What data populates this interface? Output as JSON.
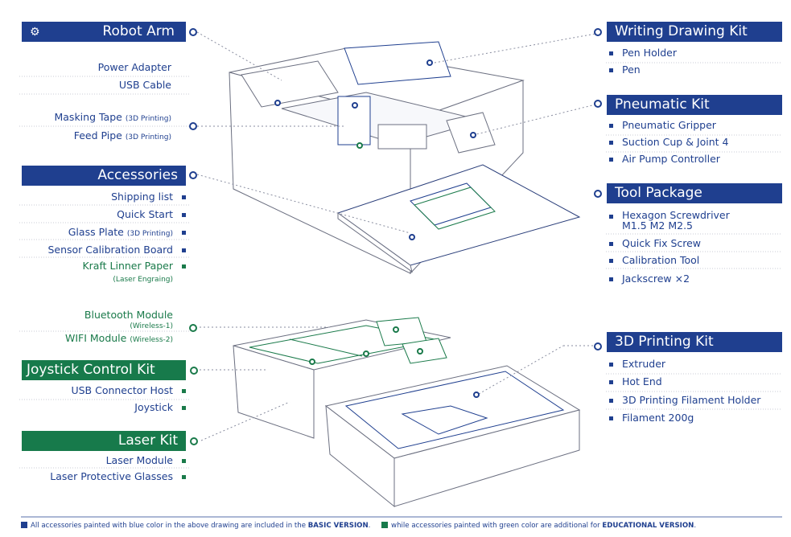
{
  "left": {
    "robot_arm": {
      "title": "Robot Arm",
      "items": [
        "Power Adapter",
        "USB Cable"
      ]
    },
    "masking_tape": {
      "label": "Masking Tape",
      "note": "(3D Printing)"
    },
    "feed_pipe": {
      "label": "Feed Pipe",
      "note": "(3D Printing)"
    },
    "accessories": {
      "title": "Accessories",
      "items": [
        "Shipping list",
        "Quick Start",
        "Glass Plate",
        "Sensor Calibration Board",
        "Kraft Linner Paper"
      ],
      "glass_note": "(3D Printing)",
      "kraft_note": "(Laser Engraing)"
    },
    "bluetooth": {
      "label": "Bluetooth Module",
      "note": "(Wireless-1)"
    },
    "wifi": {
      "label": "WIFI Module",
      "note": "(Wireless-2)"
    },
    "joystick_kit": {
      "title": "Joystick Control Kit",
      "items": [
        "USB Connector Host",
        "Joystick"
      ]
    },
    "laser_kit": {
      "title": "Laser Kit",
      "items": [
        "Laser Module",
        "Laser Protective Glasses"
      ]
    }
  },
  "right": {
    "writing": {
      "title": "Writing Drawing Kit",
      "items": [
        "Pen Holder",
        "Pen"
      ]
    },
    "pneumatic": {
      "title": "Pneumatic Kit",
      "items": [
        "Pneumatic Gripper",
        "Suction Cup & Joint 4",
        "Air Pump Controller"
      ]
    },
    "tool": {
      "title": "Tool Package",
      "items": [
        "Hexagon Screwdriver",
        "M1.5 M2 M2.5",
        "Quick Fix Screw",
        "Calibration Tool",
        "Jackscrew ×2"
      ]
    },
    "printing": {
      "title": "3D Printing Kit",
      "items": [
        "Extruder",
        "Hot End",
        "3D Printing Filament Holder",
        "Filament 200g"
      ]
    }
  },
  "footer": {
    "blue_text": "All accessories painted with blue color in the above drawing are included in the ",
    "blue_bold": "BASIC VERSION",
    "green_text": "while accessories painted with green color are additional for ",
    "green_bold": "EDUCATIONAL VERSION"
  },
  "colors": {
    "blue": "#1f3f8f",
    "green": "#177a4b"
  },
  "icons": [
    "robot-arm-icon"
  ]
}
